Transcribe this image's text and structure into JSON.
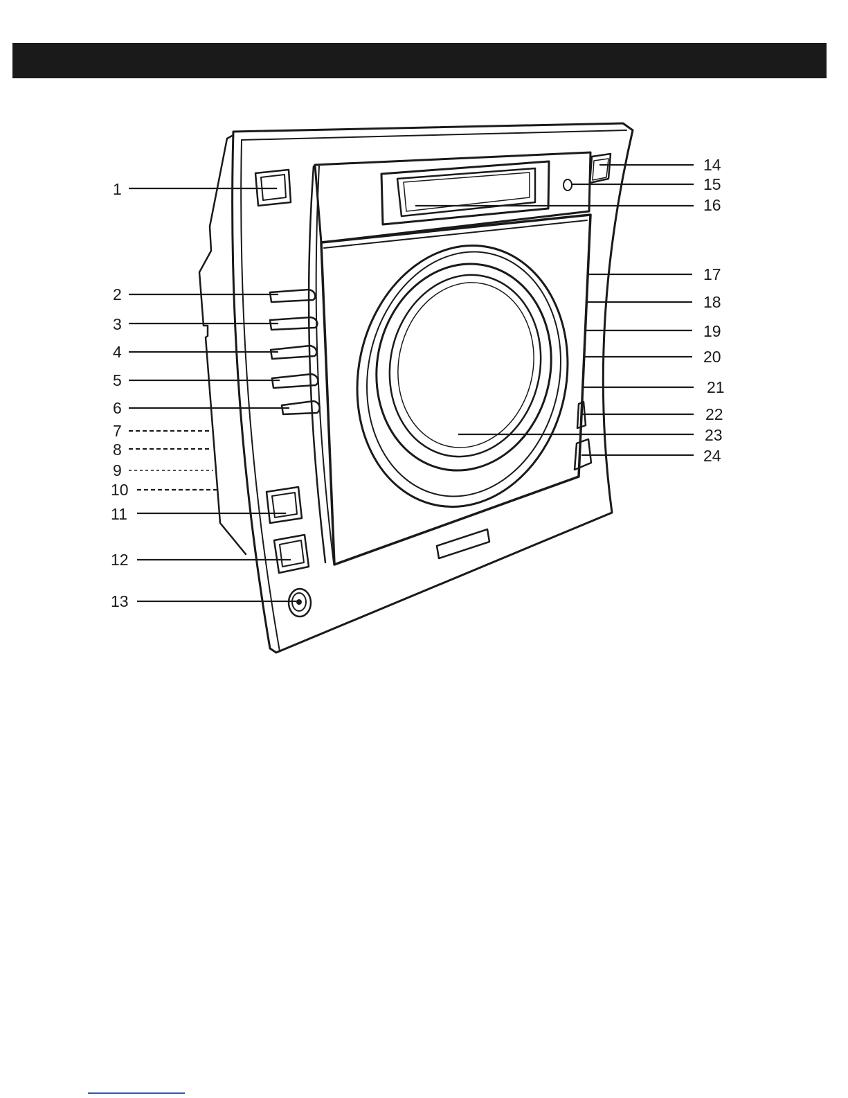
{
  "colors": {
    "header": "#1a1a1a",
    "line": "#1a1a1a",
    "background": "#ffffff",
    "link": "#2a56c6"
  },
  "callouts": {
    "left": [
      {
        "num": "1",
        "target": "top-left-button",
        "style": "solid"
      },
      {
        "num": "2",
        "target": "side-button-1",
        "style": "solid"
      },
      {
        "num": "3",
        "target": "side-button-2",
        "style": "solid"
      },
      {
        "num": "4",
        "target": "side-button-3",
        "style": "solid"
      },
      {
        "num": "5",
        "target": "side-button-4",
        "style": "solid"
      },
      {
        "num": "6",
        "target": "side-button-5",
        "style": "solid"
      },
      {
        "num": "7",
        "target": "rear-side-1",
        "style": "dashed"
      },
      {
        "num": "8",
        "target": "rear-side-2",
        "style": "dashed"
      },
      {
        "num": "9",
        "target": "rear-side-3",
        "style": "dashed"
      },
      {
        "num": "10",
        "target": "rear-side-4",
        "style": "dashed"
      },
      {
        "num": "11",
        "target": "lower-button-1",
        "style": "solid"
      },
      {
        "num": "12",
        "target": "lower-button-2",
        "style": "solid"
      },
      {
        "num": "13",
        "target": "round-jack",
        "style": "solid"
      }
    ],
    "right": [
      {
        "num": "14",
        "target": "top-right-button",
        "style": "solid"
      },
      {
        "num": "15",
        "target": "indicator",
        "style": "solid"
      },
      {
        "num": "16",
        "target": "display-window",
        "style": "solid"
      },
      {
        "num": "17",
        "target": "right-edge-1",
        "style": "solid"
      },
      {
        "num": "18",
        "target": "right-edge-2",
        "style": "solid"
      },
      {
        "num": "19",
        "target": "right-edge-3",
        "style": "solid"
      },
      {
        "num": "20",
        "target": "right-edge-4",
        "style": "solid"
      },
      {
        "num": "21",
        "target": "right-edge-5",
        "style": "solid"
      },
      {
        "num": "22",
        "target": "right-side-button-1",
        "style": "solid"
      },
      {
        "num": "23",
        "target": "speaker-disc",
        "style": "solid"
      },
      {
        "num": "24",
        "target": "right-side-button-2",
        "style": "solid"
      }
    ]
  }
}
